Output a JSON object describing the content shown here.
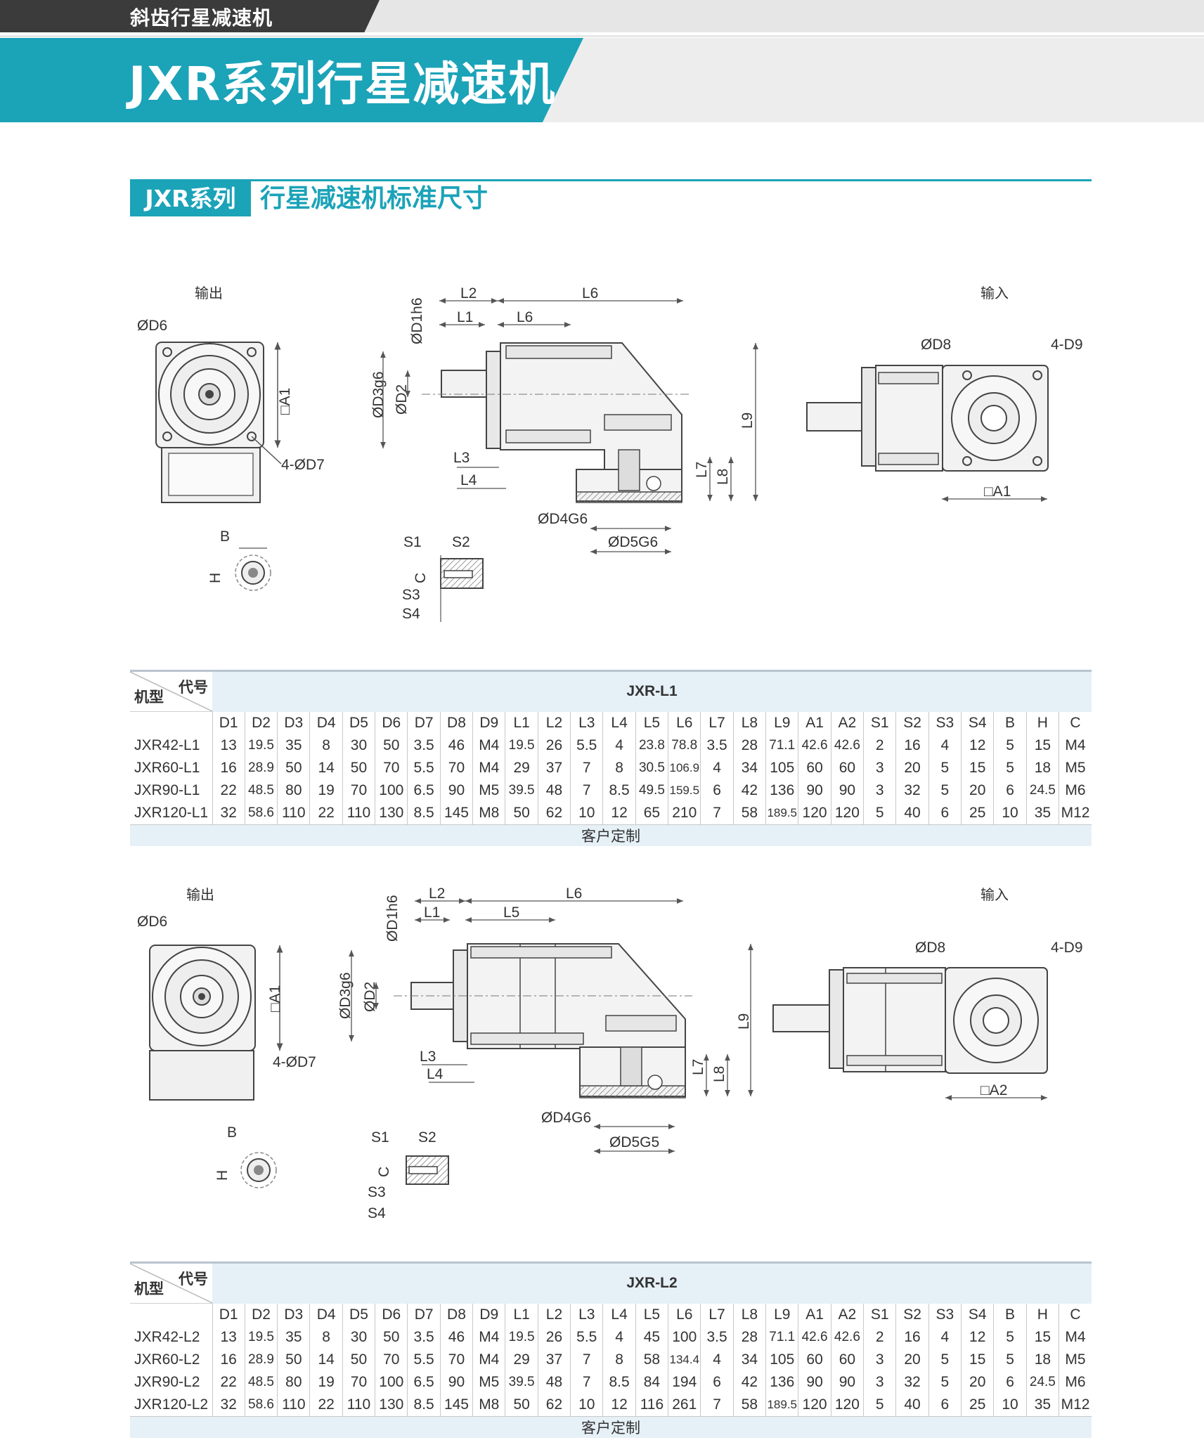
{
  "header": {
    "category": "斜齿行星减速机",
    "title": "JXR系列行星减速机"
  },
  "section": {
    "tag": "JXR系列",
    "title": "行星减速机标准尺寸"
  },
  "drawing_labels": {
    "output": "输出",
    "input": "输入",
    "d6": "ØD6",
    "a1": "□A1",
    "a2": "□A2",
    "d7": "4-ØD7",
    "d8": "ØD8",
    "d9": "4-D9",
    "b": "B",
    "h": "H",
    "s1": "S1",
    "s2": "S2",
    "s3": "S3",
    "s4": "S4",
    "c": "C",
    "l1": "L1",
    "l2": "L2",
    "l3": "L3",
    "l4": "L4",
    "l5": "L5",
    "l6": "L6",
    "l7": "L7",
    "l8": "L8",
    "l9": "L9",
    "d1": "ØD1h6",
    "d2": "ØD2",
    "d3": "ØD3g6",
    "d4": "ØD4G6",
    "d5": "ØD5G6",
    "d5b": "ØD5G5"
  },
  "tables": [
    {
      "corner_top": "代号",
      "corner_bottom": "机型",
      "series": "JXR-L1",
      "columns": [
        "D1",
        "D2",
        "D3",
        "D4",
        "D5",
        "D6",
        "D7",
        "D8",
        "D9",
        "L1",
        "L2",
        "L3",
        "L4",
        "L5",
        "L6",
        "L7",
        "L8",
        "L9",
        "A1",
        "A2",
        "S1",
        "S2",
        "S3",
        "S4",
        "B",
        "H",
        "C"
      ],
      "rows": [
        {
          "model": "JXR42-L1",
          "values": [
            "13",
            "19.5",
            "35",
            "8",
            "30",
            "50",
            "3.5",
            "46",
            "M4",
            "19.5",
            "26",
            "5.5",
            "4",
            "23.8",
            "78.8",
            "3.5",
            "28",
            "71.1",
            "42.6",
            "42.6",
            "2",
            "16",
            "4",
            "12",
            "5",
            "15",
            "M4"
          ]
        },
        {
          "model": "JXR60-L1",
          "values": [
            "16",
            "28.9",
            "50",
            "14",
            "50",
            "70",
            "5.5",
            "70",
            "M4",
            "29",
            "37",
            "7",
            "8",
            "30.5",
            "106.9",
            "4",
            "34",
            "105",
            "60",
            "60",
            "3",
            "20",
            "5",
            "15",
            "5",
            "18",
            "M5"
          ]
        },
        {
          "model": "JXR90-L1",
          "values": [
            "22",
            "48.5",
            "80",
            "19",
            "70",
            "100",
            "6.5",
            "90",
            "M5",
            "39.5",
            "48",
            "7",
            "8.5",
            "49.5",
            "159.5",
            "6",
            "42",
            "136",
            "90",
            "90",
            "3",
            "32",
            "5",
            "20",
            "6",
            "24.5",
            "M6"
          ]
        },
        {
          "model": "JXR120-L1",
          "values": [
            "32",
            "58.6",
            "110",
            "22",
            "110",
            "130",
            "8.5",
            "145",
            "M8",
            "50",
            "62",
            "10",
            "12",
            "65",
            "210",
            "7",
            "58",
            "189.5",
            "120",
            "120",
            "5",
            "40",
            "6",
            "25",
            "10",
            "35",
            "M12"
          ]
        }
      ],
      "footer": "客户定制"
    },
    {
      "corner_top": "代号",
      "corner_bottom": "机型",
      "series": "JXR-L2",
      "columns": [
        "D1",
        "D2",
        "D3",
        "D4",
        "D5",
        "D6",
        "D7",
        "D8",
        "D9",
        "L1",
        "L2",
        "L3",
        "L4",
        "L5",
        "L6",
        "L7",
        "L8",
        "L9",
        "A1",
        "A2",
        "S1",
        "S2",
        "S3",
        "S4",
        "B",
        "H",
        "C"
      ],
      "rows": [
        {
          "model": "JXR42-L2",
          "values": [
            "13",
            "19.5",
            "35",
            "8",
            "30",
            "50",
            "3.5",
            "46",
            "M4",
            "19.5",
            "26",
            "5.5",
            "4",
            "45",
            "100",
            "3.5",
            "28",
            "71.1",
            "42.6",
            "42.6",
            "2",
            "16",
            "4",
            "12",
            "5",
            "15",
            "M4"
          ]
        },
        {
          "model": "JXR60-L2",
          "values": [
            "16",
            "28.9",
            "50",
            "14",
            "50",
            "70",
            "5.5",
            "70",
            "M4",
            "29",
            "37",
            "7",
            "8",
            "58",
            "134.4",
            "4",
            "34",
            "105",
            "60",
            "60",
            "3",
            "20",
            "5",
            "15",
            "5",
            "18",
            "M5"
          ]
        },
        {
          "model": "JXR90-L2",
          "values": [
            "22",
            "48.5",
            "80",
            "19",
            "70",
            "100",
            "6.5",
            "90",
            "M5",
            "39.5",
            "48",
            "7",
            "8.5",
            "84",
            "194",
            "6",
            "42",
            "136",
            "90",
            "90",
            "3",
            "32",
            "5",
            "20",
            "6",
            "24.5",
            "M6"
          ]
        },
        {
          "model": "JXR120-L2",
          "values": [
            "32",
            "58.6",
            "110",
            "22",
            "110",
            "130",
            "8.5",
            "145",
            "M8",
            "50",
            "62",
            "10",
            "12",
            "116",
            "261",
            "7",
            "58",
            "189.5",
            "120",
            "120",
            "5",
            "40",
            "6",
            "25",
            "10",
            "35",
            "M12"
          ]
        }
      ],
      "footer": "客户定制"
    }
  ]
}
